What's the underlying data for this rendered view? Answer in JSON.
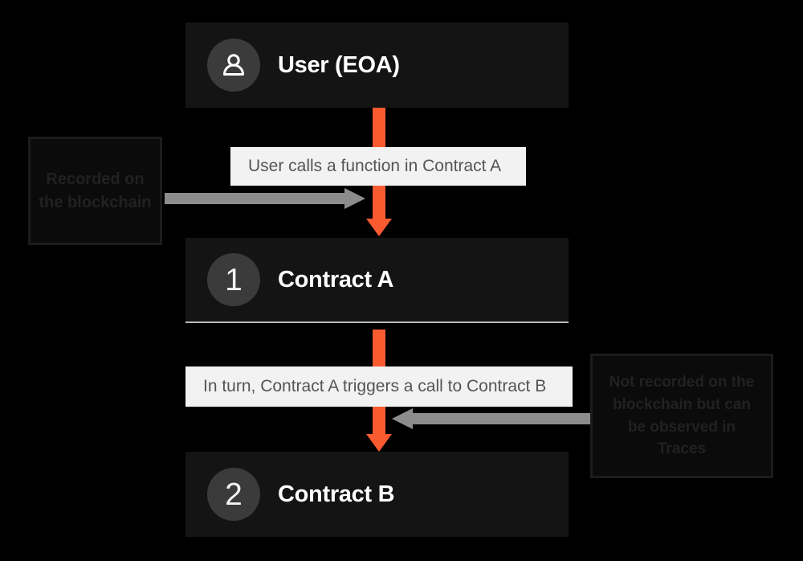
{
  "diagram": {
    "title": "Transaction call flow: User to Contract A to Contract B",
    "background_color": "#000000",
    "accent_color": "#fa5a30",
    "node_color": "#141414",
    "caption_color": "#f2f2f2",
    "gray_arrow_color": "#8c8c8c"
  },
  "nodes": [
    {
      "id": "user",
      "label": "User (EOA)",
      "badge_type": "person-icon",
      "badge_text": ""
    },
    {
      "id": "contract-a",
      "label": "Contract A",
      "badge_type": "number",
      "badge_text": "1"
    },
    {
      "id": "contract-b",
      "label": "Contract B",
      "badge_type": "number",
      "badge_text": "2"
    }
  ],
  "captions": [
    {
      "id": "caption-1",
      "text": "User calls a function in Contract A"
    },
    {
      "id": "caption-2",
      "text": "In turn, Contract A triggers a call to Contract B"
    }
  ],
  "annotations": [
    {
      "id": "annot-left",
      "text": "Recorded on the blockchain",
      "points_to": "caption-1",
      "direction": "right"
    },
    {
      "id": "annot-right",
      "text": "Not recorded on the blockchain but can be observed in Traces",
      "points_to": "caption-2",
      "direction": "left"
    }
  ],
  "connectors": [
    {
      "id": "arrow-1",
      "from": "user",
      "to": "contract-a",
      "color": "#fa5a30"
    },
    {
      "id": "arrow-2",
      "from": "contract-a",
      "to": "contract-b",
      "color": "#fa5a30"
    }
  ]
}
